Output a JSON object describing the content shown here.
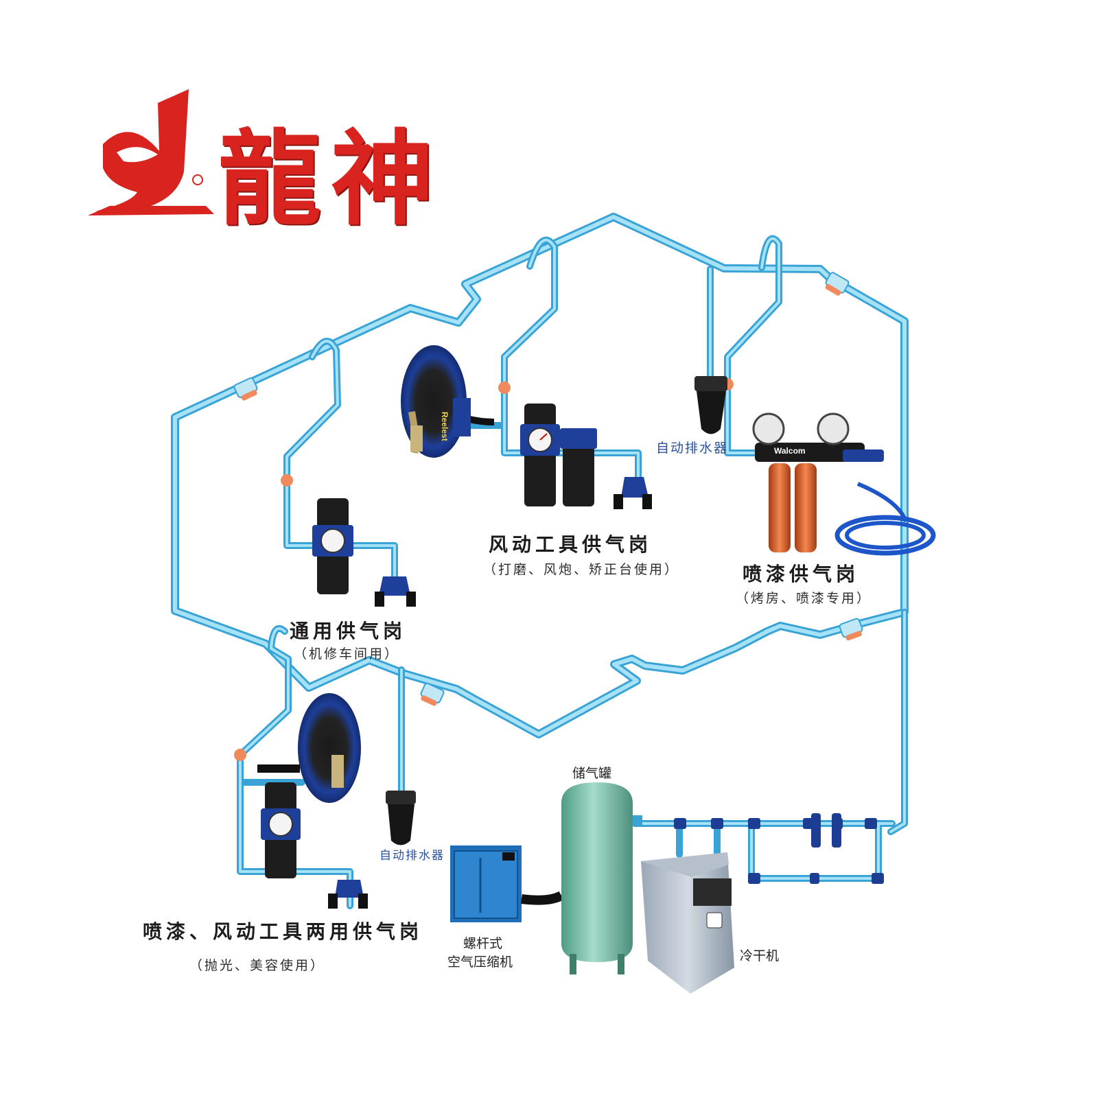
{
  "brand": {
    "name": "龍神",
    "logo_mark": "dragon-logo"
  },
  "stations": {
    "pneumatic_tools": {
      "title": "风动工具供气岗",
      "note": "（打磨、风炮、矫正台使用）"
    },
    "spray_paint": {
      "title": "喷漆供气岗",
      "note": "（烤房、喷漆专用）"
    },
    "general": {
      "title": "通用供气岗",
      "note": "（机修车间用）"
    },
    "dual_use": {
      "title": "喷漆、风动工具两用供气岗",
      "note": "（抛光、美容使用）"
    }
  },
  "equipment": {
    "auto_drain_top": "自动排水器",
    "auto_drain_bottom": "自动排水器",
    "air_tank": "储气罐",
    "compressor_line1": "螺杆式",
    "compressor_line2": "空气压缩机",
    "dryer": "冷干机",
    "filter_brand": "Walcom",
    "reel_brand": "Reelest"
  },
  "colors": {
    "pipe": "#8fd3ef",
    "pipe_edge": "#3aa3d6",
    "equipment_blue": "#1e3f9a",
    "filter_orange": "#e0642a",
    "tank_green": "#7ec3b0",
    "brand_red": "#d8231e",
    "clamp_orange": "#f08a5d"
  }
}
